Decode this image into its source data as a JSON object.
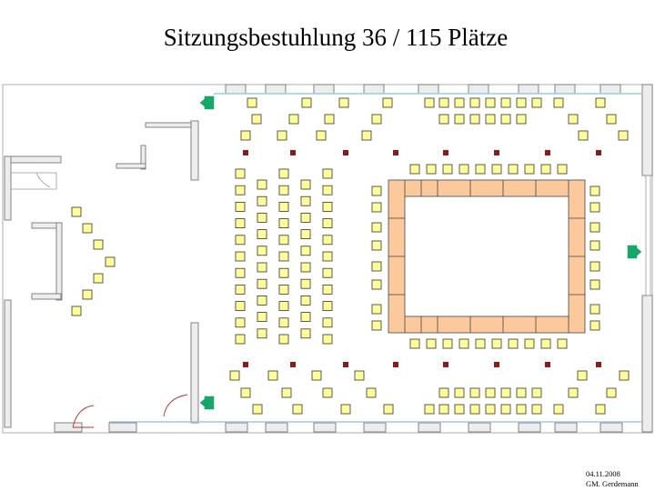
{
  "title": "Sitzungsbestuhlung 36 / 115 Plätze",
  "footer": {
    "date": "04.11.2008",
    "author": "GM. Gerdemann"
  },
  "colors": {
    "chair": "#ffff99",
    "table": "#fbc99b",
    "pillar": "#8b1a1a",
    "exit": "#1aa56a"
  }
}
